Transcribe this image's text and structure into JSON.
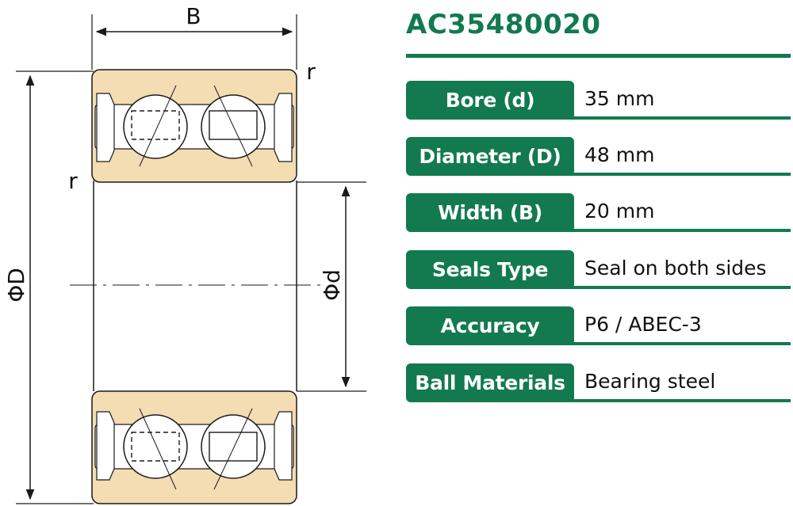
{
  "drawing": {
    "labels": {
      "width": "B",
      "outer_diameter": "ΦD",
      "bore": "Φd",
      "radius_top": "r",
      "radius_side": "r"
    },
    "colors": {
      "ring_fill": "#f4dcb3",
      "line": "#1a1a1a"
    }
  },
  "specs": {
    "part_number": "AC35480020",
    "accent_color": "#127a4e",
    "rows": [
      {
        "label": "Bore (d)",
        "value": "35 mm"
      },
      {
        "label": "Diameter (D)",
        "value": "48 mm"
      },
      {
        "label": "Width (B)",
        "value": "20 mm"
      },
      {
        "label": "Seals Type",
        "value": "Seal on both sides"
      },
      {
        "label": "Accuracy",
        "value": "P6 / ABEC-3"
      },
      {
        "label": "Ball Materials",
        "value": "Bearing steel"
      }
    ]
  }
}
